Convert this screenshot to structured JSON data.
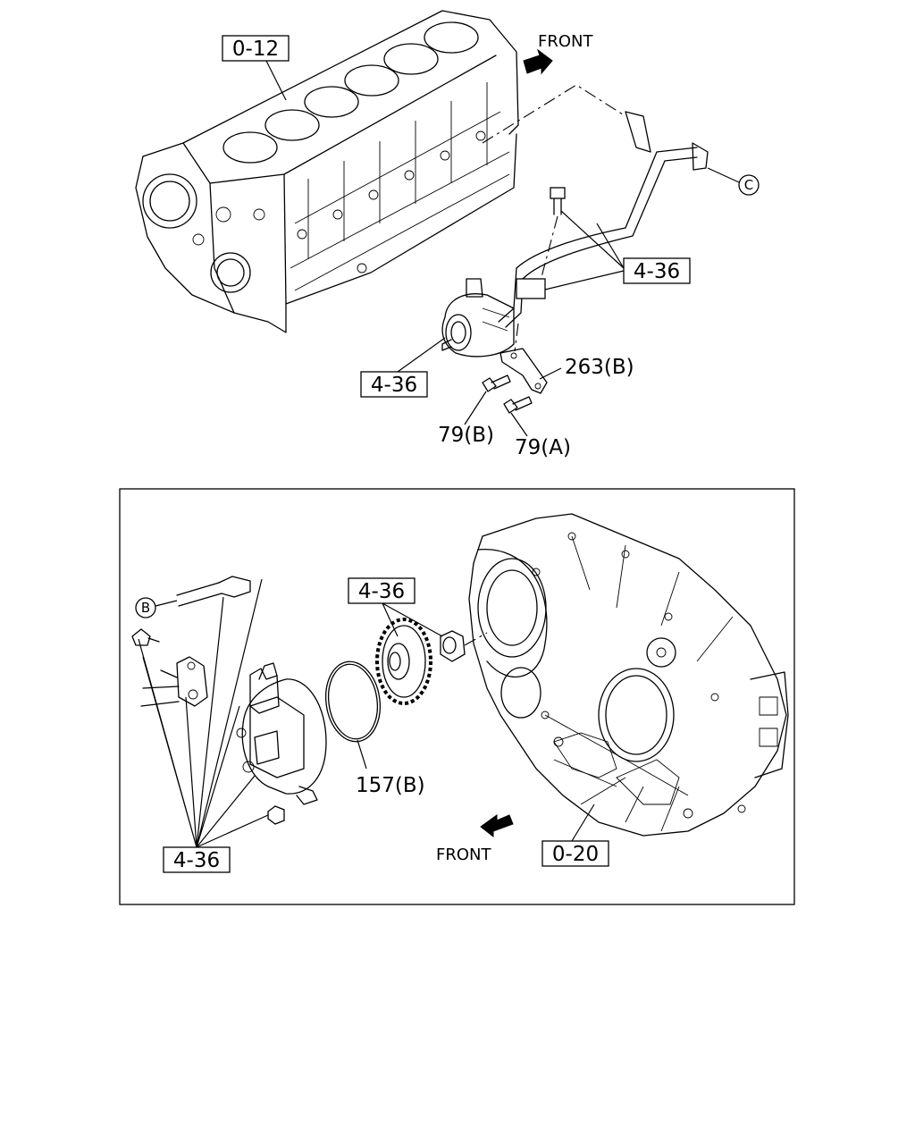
{
  "diagram": {
    "top_view": {
      "front_label": "FRONT",
      "callouts": {
        "block": "0-12",
        "pipe_group": "4-36",
        "pump": "4-36",
        "bracket": "263(B)",
        "bolt_b": "79(B)",
        "bolt_a": "79(A)",
        "connector": "C"
      }
    },
    "detail_view": {
      "front_label": "FRONT",
      "callouts": {
        "gear_group": "4-36",
        "o_ring": "157(B)",
        "pump_group": "4-36",
        "flywheel_housing": "0-20",
        "connector": "B"
      }
    }
  }
}
